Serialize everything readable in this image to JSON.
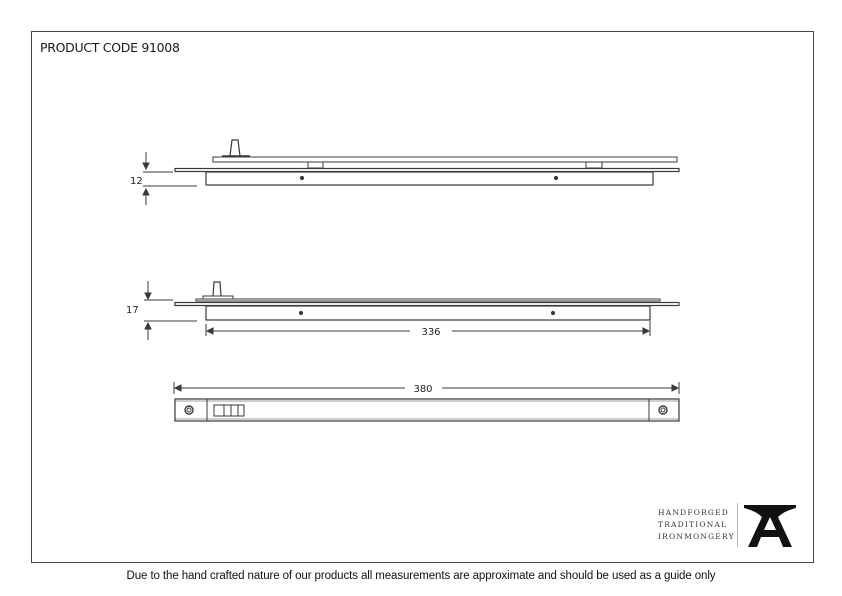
{
  "header": {
    "product_code_label": "PRODUCT CODE 91008"
  },
  "views": {
    "side_view_1": {
      "dimension_height": "12"
    },
    "side_view_2": {
      "dimension_height": "17",
      "dimension_length": "336"
    },
    "top_view": {
      "dimension_length": "380"
    }
  },
  "logo": {
    "line1": "HANDFORGED",
    "line2": "TRADITIONAL",
    "line3": "IRONMONGERY",
    "icon": "anvil-icon"
  },
  "footer": {
    "disclaimer": "Due to the hand crafted nature of our products all measurements are approximate and should be used as a guide only"
  },
  "colors": {
    "line": "#3a3a3a",
    "text": "#1a1a1a",
    "background": "#ffffff"
  }
}
